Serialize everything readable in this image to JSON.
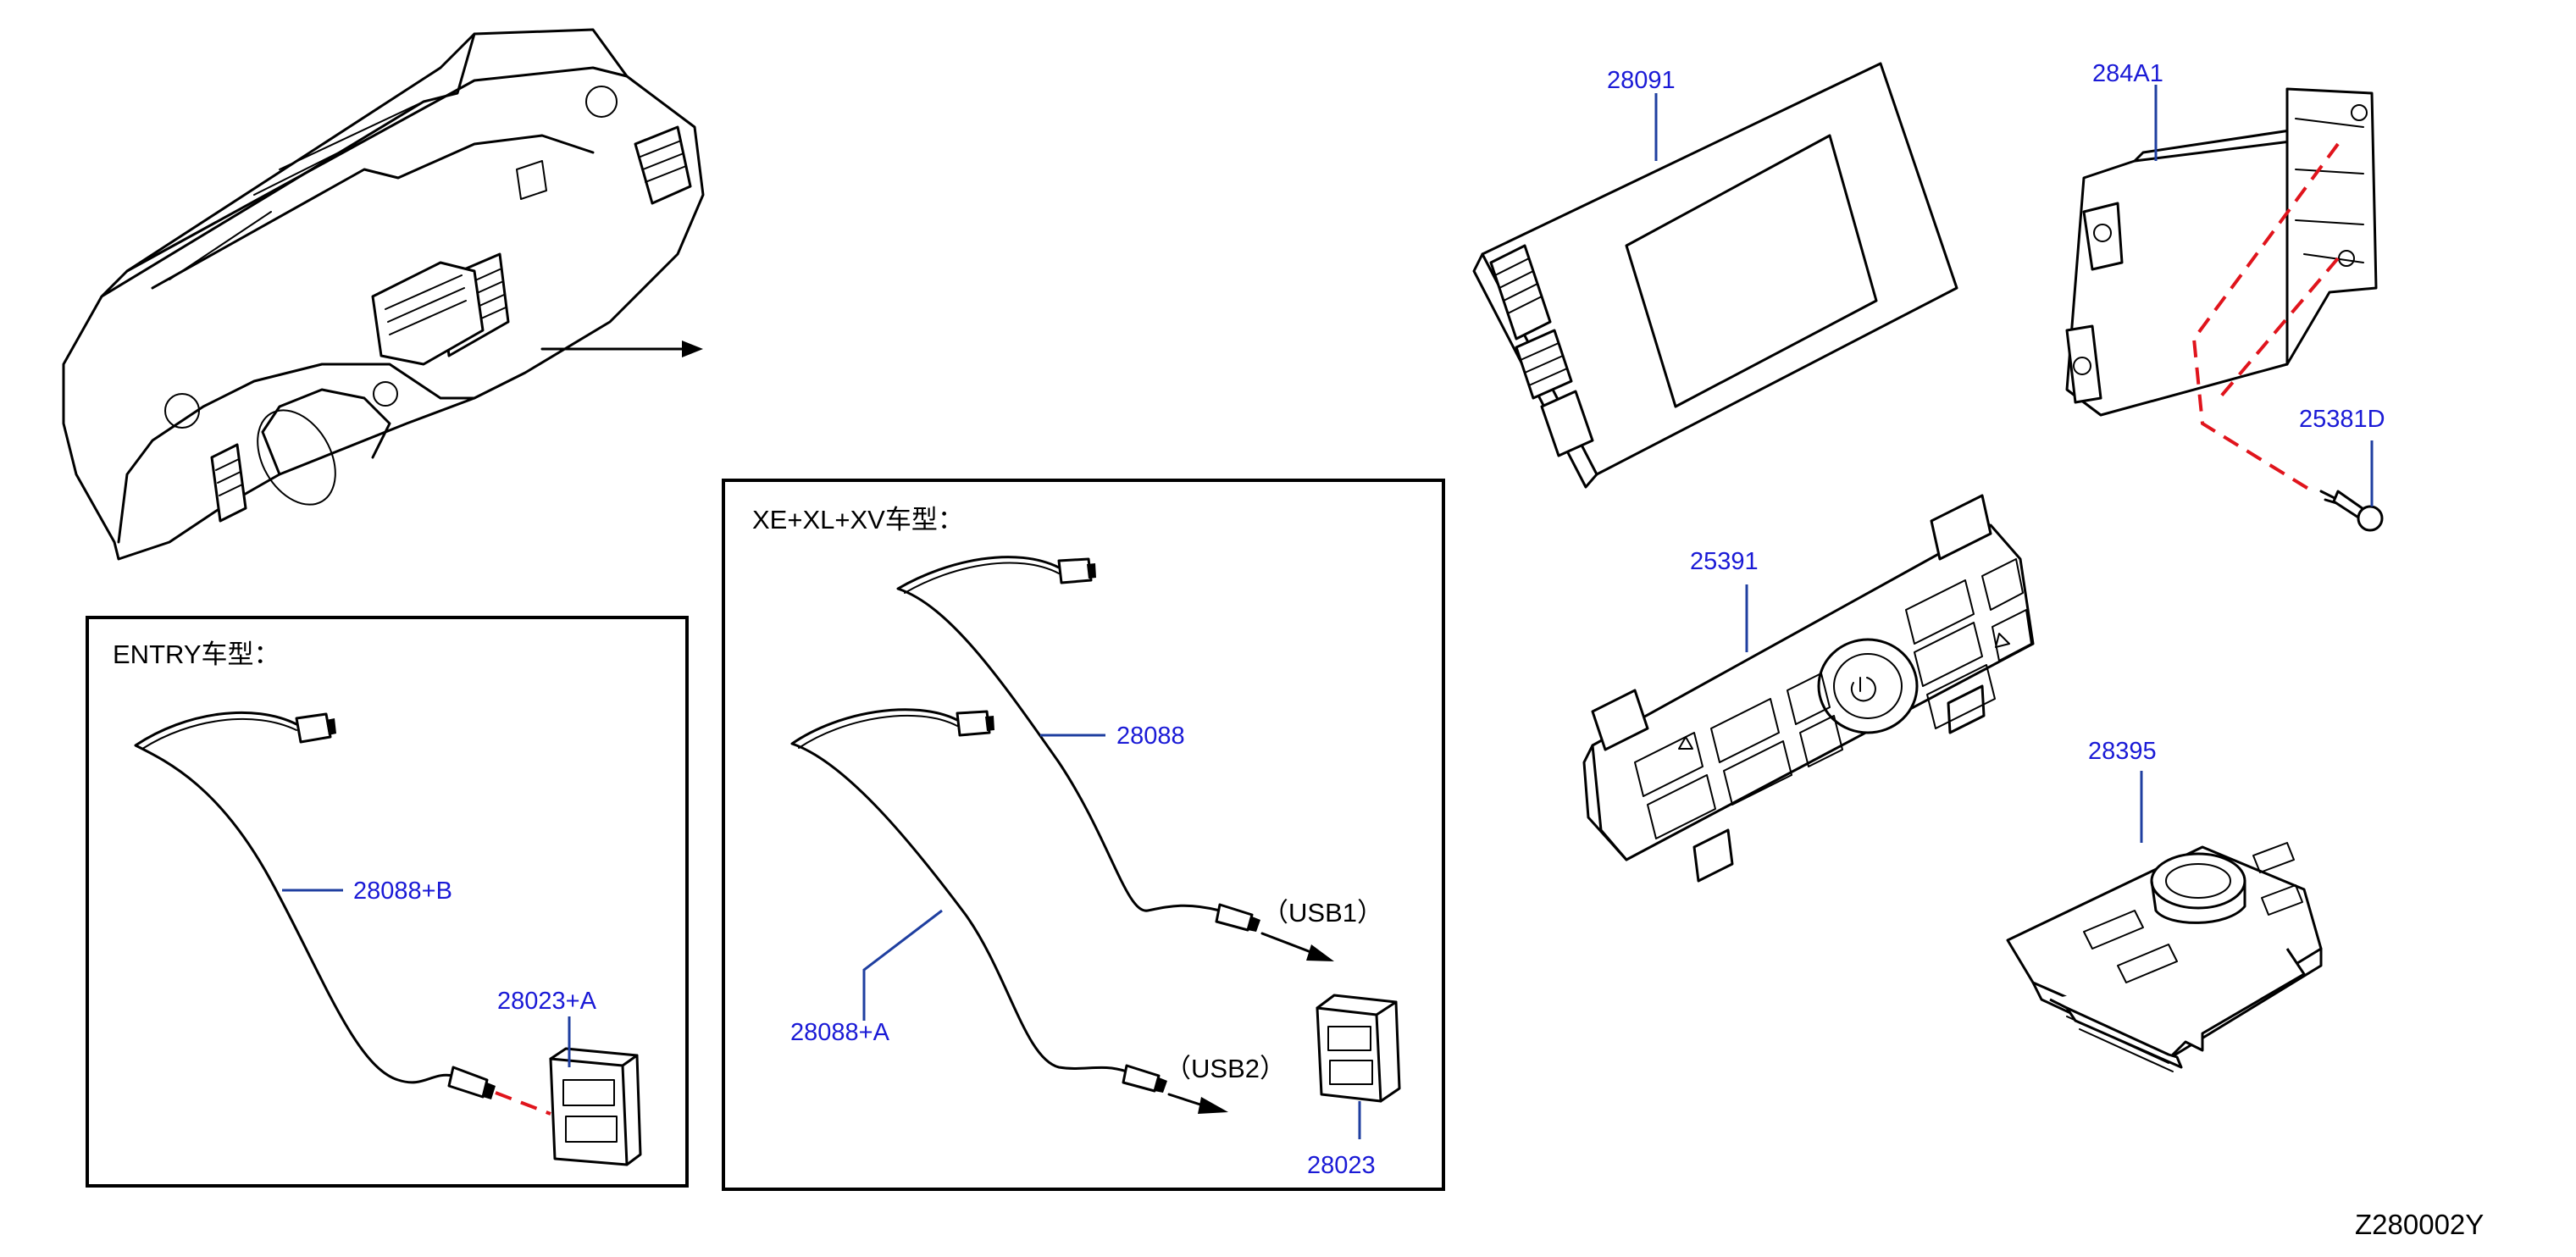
{
  "captions": {
    "entry": "ENTRY车型：",
    "xe": "XE+XL+XV车型：",
    "usb1": "（USB1）",
    "usb2": "（USB2）"
  },
  "parts": {
    "p28091": "28091",
    "p284A1": "284A1",
    "p25381D": "25381D",
    "p25391": "25391",
    "p28395": "28395",
    "p28088B": "28088+B",
    "p28023A": "28023+A",
    "p28088": "28088",
    "p28088A": "28088+A",
    "p28023": "28023"
  },
  "diagram_id": "Z280002Y",
  "colors": {
    "part_number": "#1a1ad6",
    "leader": "#1f3fa0",
    "connection": "#e0141c",
    "line": "#000000"
  }
}
